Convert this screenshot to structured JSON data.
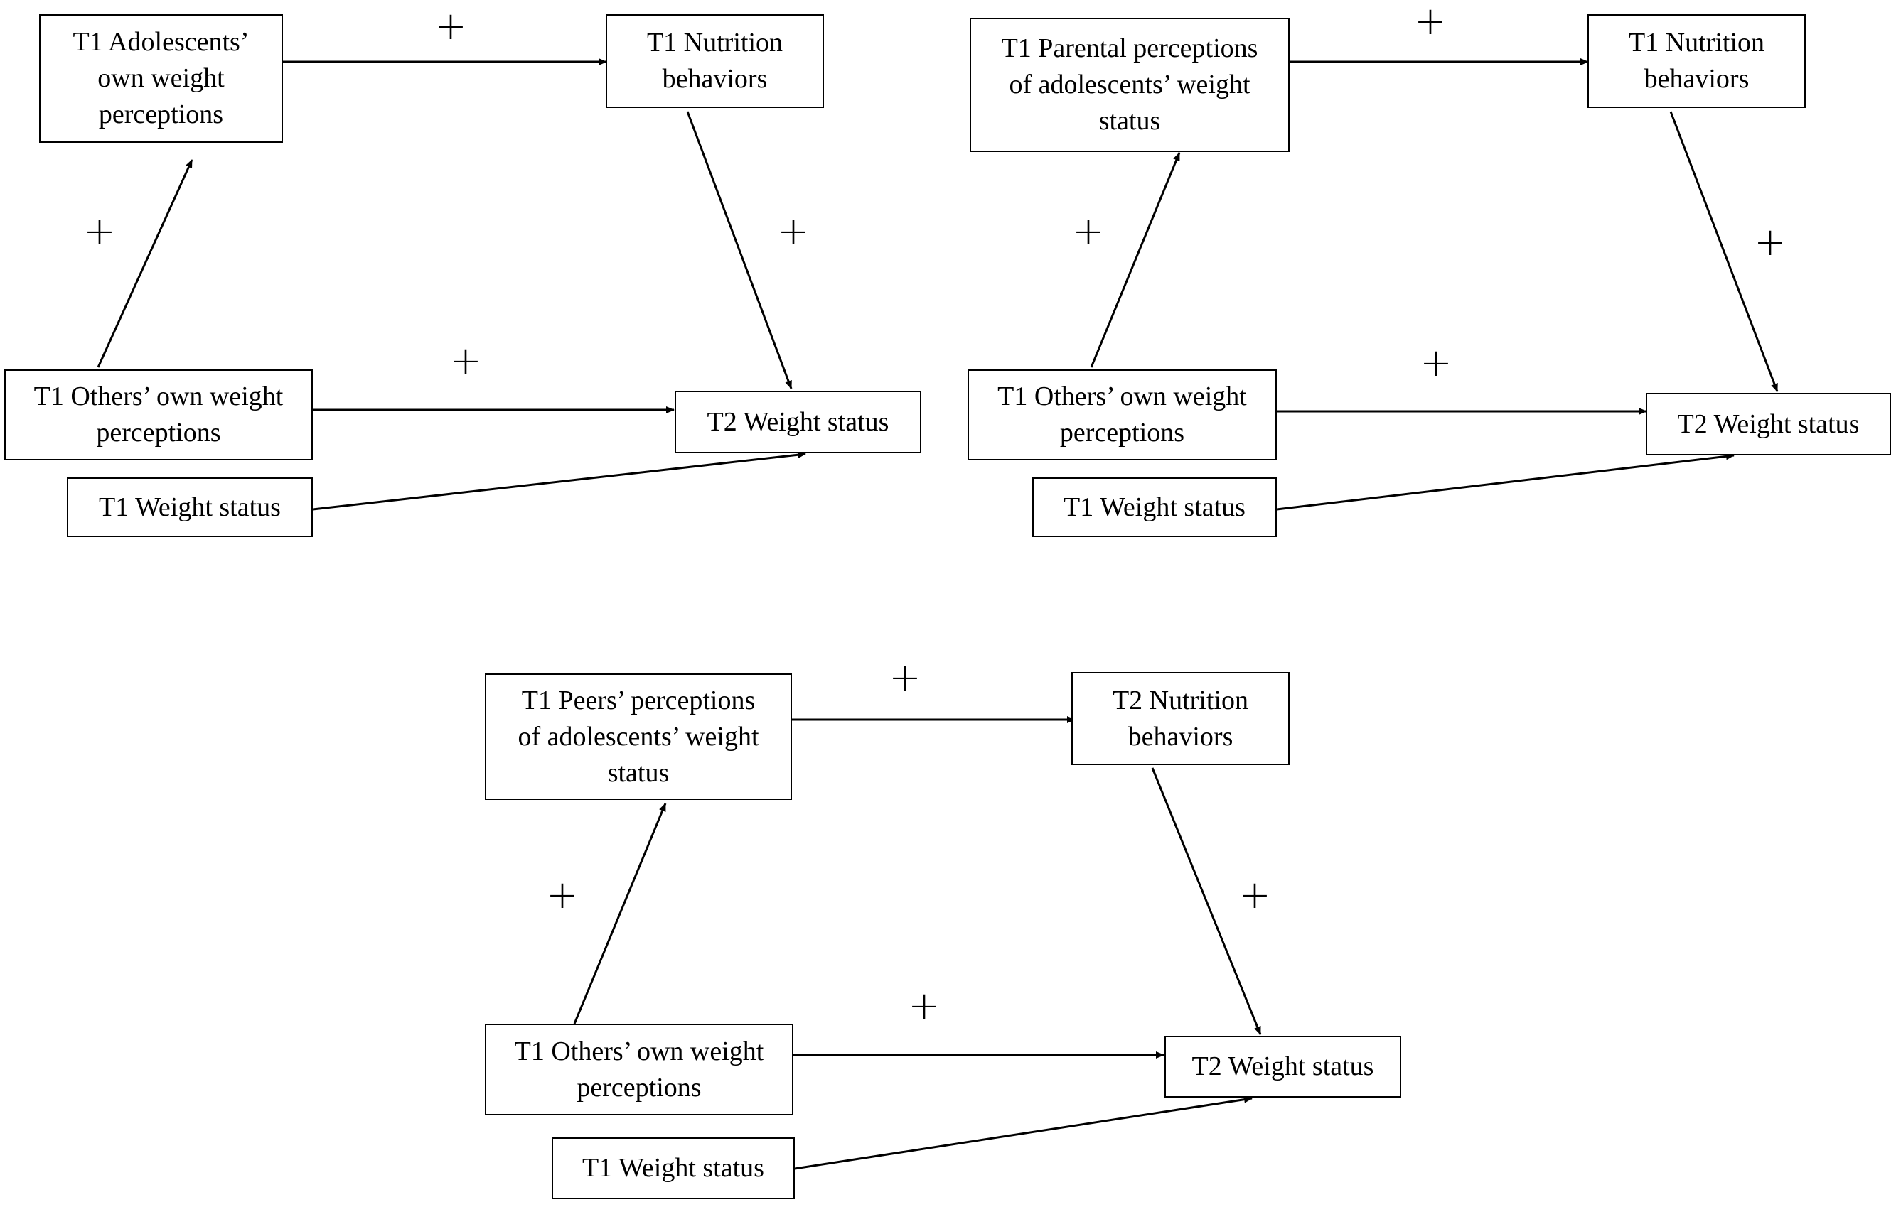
{
  "diagrams": [
    {
      "nodes": {
        "perception": "T1 Adolescents’\nown weight\nperceptions",
        "nutrition": "T1 Nutrition\nbehaviors",
        "others": "T1 Others’ own weight\nperceptions",
        "t1_weight": "T1 Weight status",
        "t2_weight": "T2 Weight status"
      },
      "signs": {
        "perception_to_nutrition": "+",
        "others_to_perception": "+",
        "nutrition_to_t2": "+",
        "others_to_t2": "+"
      }
    },
    {
      "nodes": {
        "perception": "T1 Parental perceptions\nof adolescents’ weight\nstatus",
        "nutrition": "T1 Nutrition\nbehaviors",
        "others": "T1 Others’ own weight\nperceptions",
        "t1_weight": "T1 Weight status",
        "t2_weight": "T2 Weight status"
      },
      "signs": {
        "perception_to_nutrition": "+",
        "others_to_perception": "+",
        "nutrition_to_t2": "+",
        "others_to_t2": "+"
      }
    },
    {
      "nodes": {
        "perception": "T1 Peers’ perceptions\nof adolescents’ weight\nstatus",
        "nutrition": "T2 Nutrition\nbehaviors",
        "others": "T1 Others’ own weight\nperceptions",
        "t1_weight": "T1 Weight status",
        "t2_weight": "T2 Weight status"
      },
      "signs": {
        "perception_to_nutrition": "+",
        "others_to_perception": "+",
        "nutrition_to_t2": "+",
        "others_to_t2": "+"
      }
    }
  ],
  "colors": {
    "line": "#000000",
    "background": "#ffffff"
  }
}
